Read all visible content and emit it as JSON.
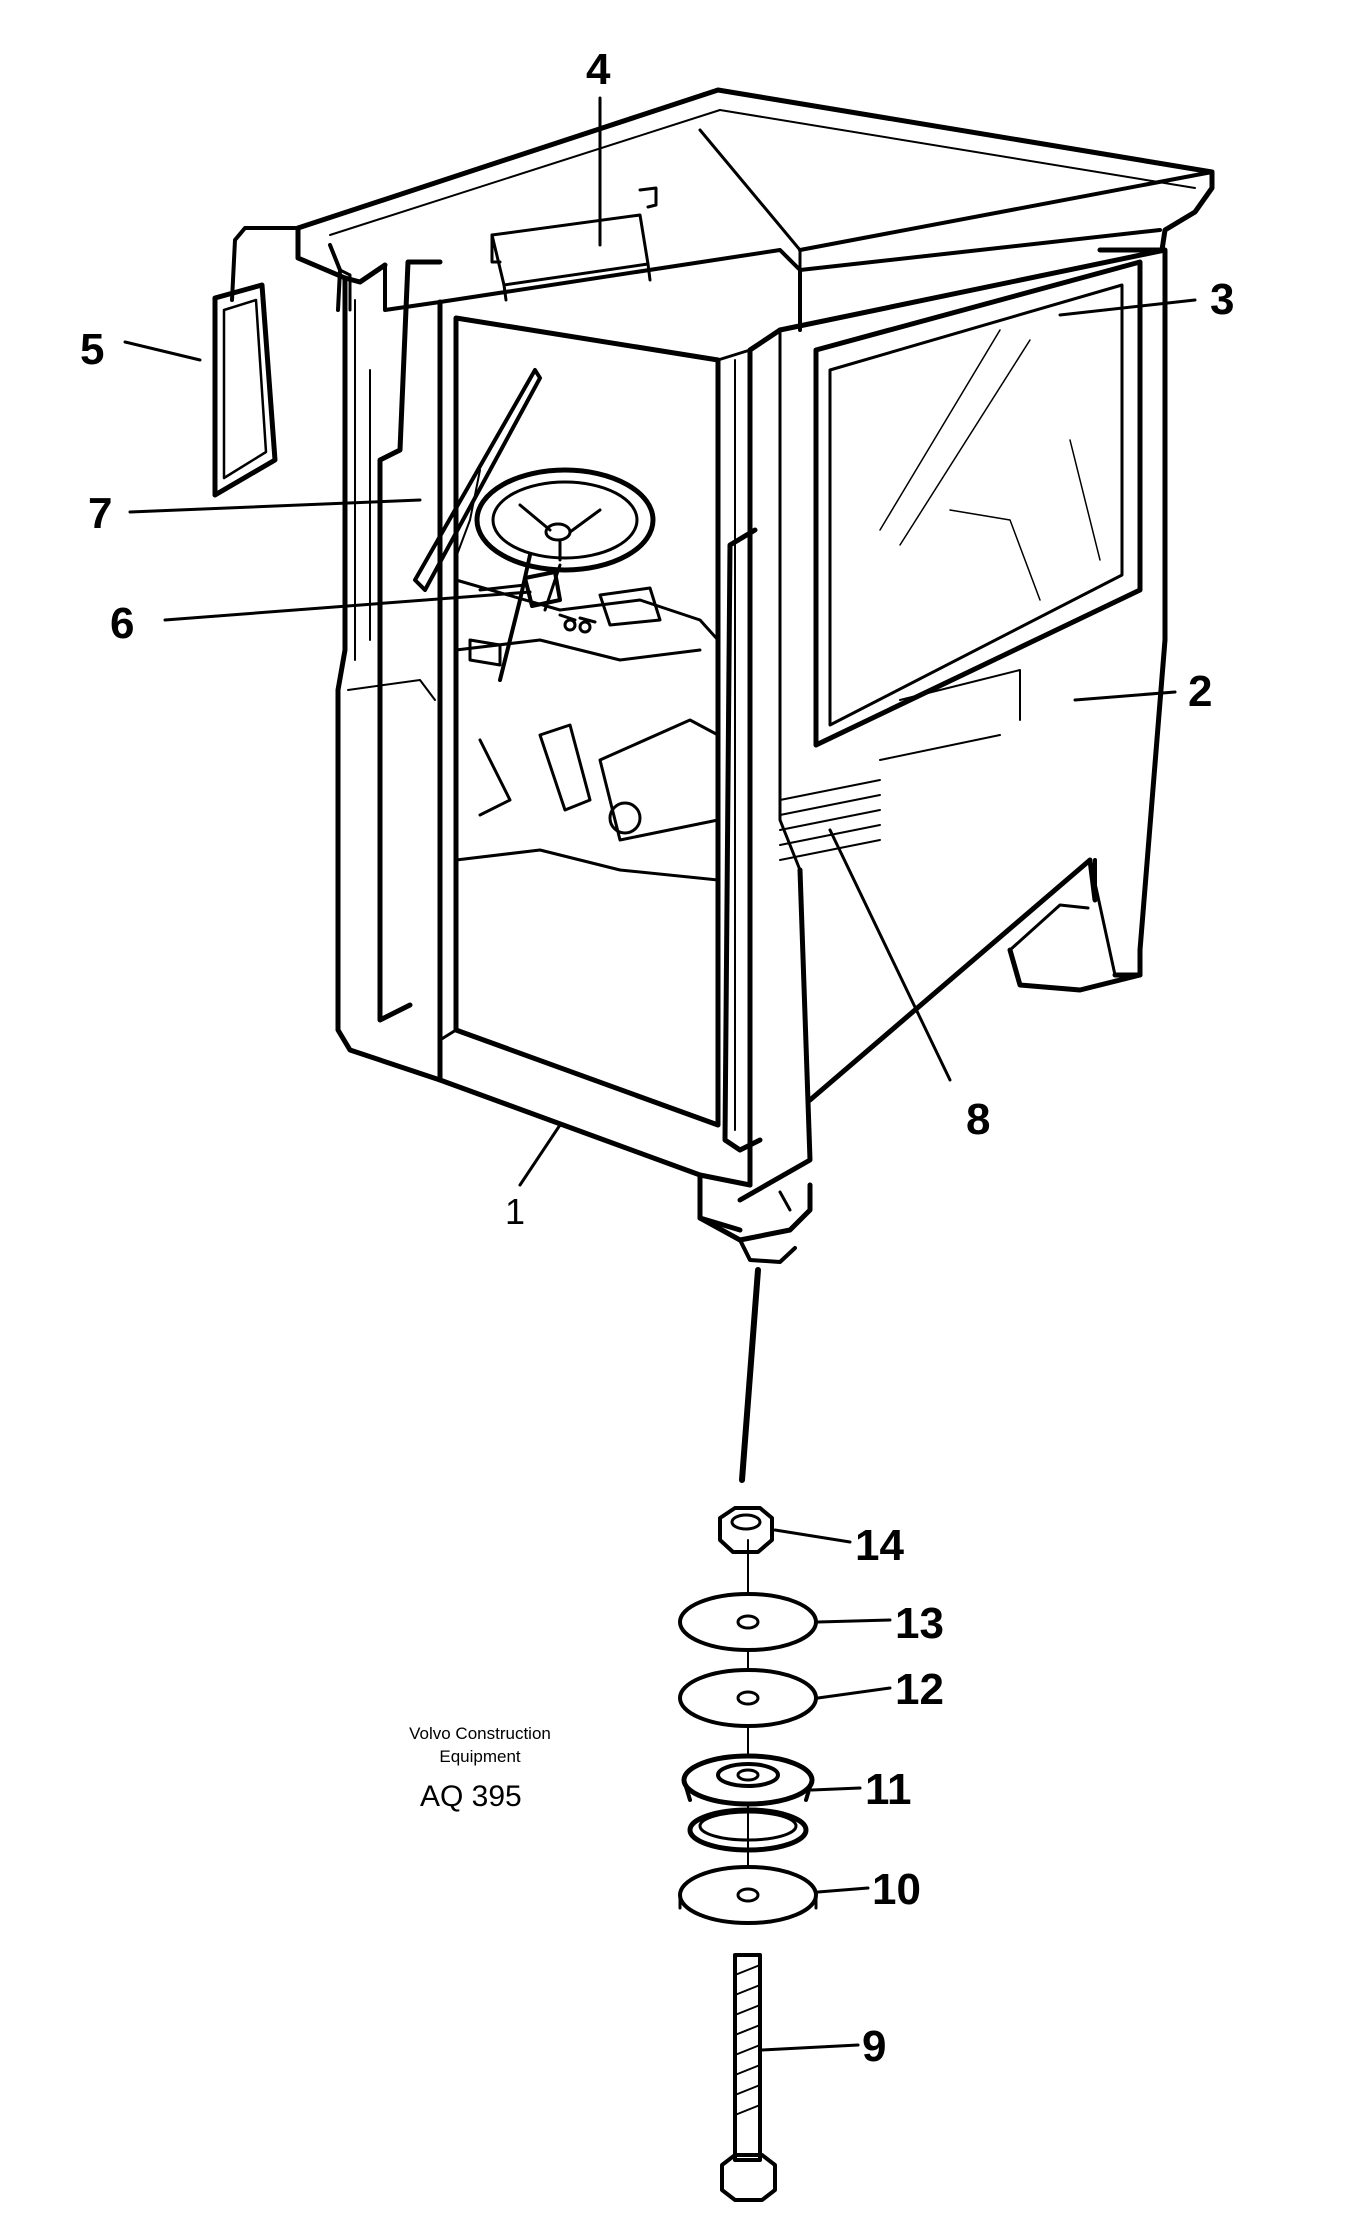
{
  "callouts": {
    "c1": "1",
    "c2": "2",
    "c3": "3",
    "c4": "4",
    "c5": "5",
    "c6": "6",
    "c7": "7",
    "c8": "8",
    "c9": "9",
    "c10": "10",
    "c11": "11",
    "c12": "12",
    "c13": "13",
    "c14": "14"
  },
  "caption": {
    "line1": "Volvo Construction",
    "line2": "Equipment",
    "code": "AQ 395"
  },
  "colors": {
    "ink": "#000000",
    "paper": "#ffffff"
  }
}
